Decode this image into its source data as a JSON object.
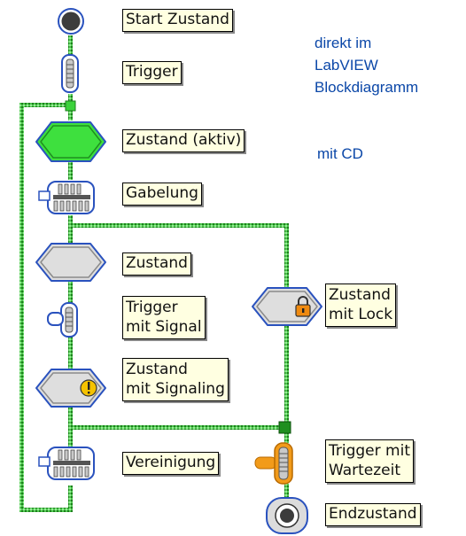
{
  "colors": {
    "wire": "#4ec94e",
    "wire_dark": "#1e7d1e",
    "label_bg": "#ffffe1",
    "note_text": "#0b47a8",
    "state_active": "#3ee03e",
    "state_inactive": "#dedede",
    "icon_outline": "#2a52be",
    "signal_badge": "#f5c200",
    "lock_orange": "#ef8a10",
    "trigger_wait_orange": "#f29b1a"
  },
  "legend": {
    "start_state": "Start Zustand",
    "trigger": "Trigger",
    "state_active": "Zustand (aktiv)",
    "fork": "Gabelung",
    "state": "Zustand",
    "trigger_signal": [
      "Trigger",
      "mit Signal"
    ],
    "state_signaling": [
      "Zustand",
      "mit Signaling"
    ],
    "join": "Vereinigung",
    "state_lock": [
      "Zustand",
      "mit Lock"
    ],
    "trigger_wait": [
      "Trigger mit",
      "Wartezeit"
    ],
    "end_state": "Endzustand"
  },
  "notes": {
    "blockdiagram": [
      "direkt im",
      "LabVIEW",
      "Blockdiagramm"
    ],
    "cd": "mit CD"
  },
  "icons": {
    "start_state": "start-state-icon",
    "trigger": "trigger-icon",
    "state_active": "active-state-icon",
    "fork": "fork-icon",
    "state": "state-icon",
    "trigger_signal": "trigger-with-signal-icon",
    "state_signaling": "state-signaling-icon",
    "join": "join-icon",
    "state_lock": "state-lock-icon",
    "trigger_wait": "trigger-wait-icon",
    "end_state": "end-state-icon"
  }
}
